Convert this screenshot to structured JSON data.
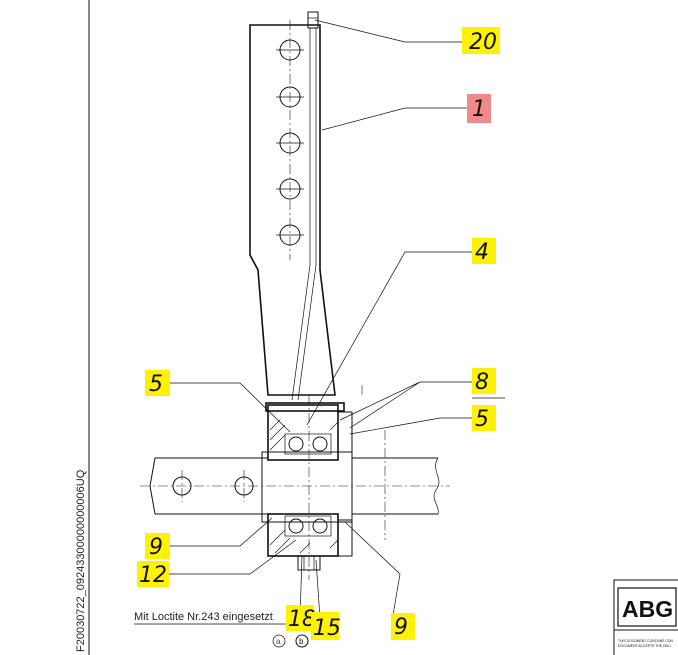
{
  "callouts": [
    {
      "id": "20",
      "label": "20",
      "highlight": "yellow"
    },
    {
      "id": "1",
      "label": "1",
      "highlight": "red"
    },
    {
      "id": "4",
      "label": "4",
      "highlight": "yellow"
    },
    {
      "id": "5a",
      "label": "5",
      "highlight": "yellow"
    },
    {
      "id": "8",
      "label": "8",
      "highlight": "yellow"
    },
    {
      "id": "5b",
      "label": "5",
      "highlight": "yellow"
    },
    {
      "id": "9a",
      "label": "9",
      "highlight": "yellow"
    },
    {
      "id": "12",
      "label": "12",
      "highlight": "yellow"
    },
    {
      "id": "18",
      "label": "18",
      "highlight": "yellow"
    },
    {
      "id": "15",
      "label": "15",
      "highlight": "yellow"
    },
    {
      "id": "9b",
      "label": "9",
      "highlight": "yellow"
    }
  ],
  "note": "Mit Loctite Nr.243 eingesetzt",
  "variants": [
    "a",
    "b"
  ],
  "side_code": "F20030722_09243300000000006UQ",
  "logo": "ABG",
  "disclaimer_line1": "THIS DOCUMENT CONTAINS CON",
  "disclaimer_line2": "DOCUMENT ACCEPTS THE OBLI",
  "colors": {
    "highlight_yellow": "#fff200",
    "highlight_red": "#f08a8a",
    "ink": "#111111"
  }
}
